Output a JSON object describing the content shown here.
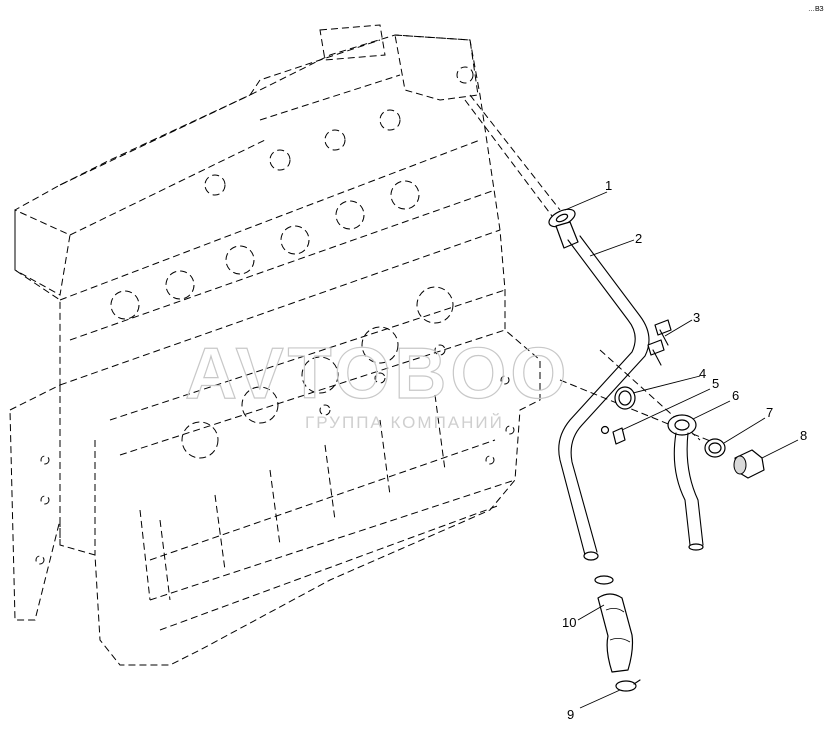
{
  "watermark": {
    "brand": "AVTOBOO",
    "subtitle": "ГРУППА КОМПАНИЙ"
  },
  "corner_code": "…ВЗ",
  "callouts": [
    {
      "id": "1",
      "label": "1"
    },
    {
      "id": "2",
      "label": "2"
    },
    {
      "id": "3",
      "label": "3"
    },
    {
      "id": "4",
      "label": "4"
    },
    {
      "id": "5",
      "label": "5"
    },
    {
      "id": "6",
      "label": "6"
    },
    {
      "id": "7",
      "label": "7"
    },
    {
      "id": "8",
      "label": "8"
    },
    {
      "id": "9",
      "label": "9"
    },
    {
      "id": "10",
      "label": "10"
    }
  ],
  "colors": {
    "line": "#000000",
    "background": "#ffffff",
    "watermark": "#c8c8c8"
  }
}
